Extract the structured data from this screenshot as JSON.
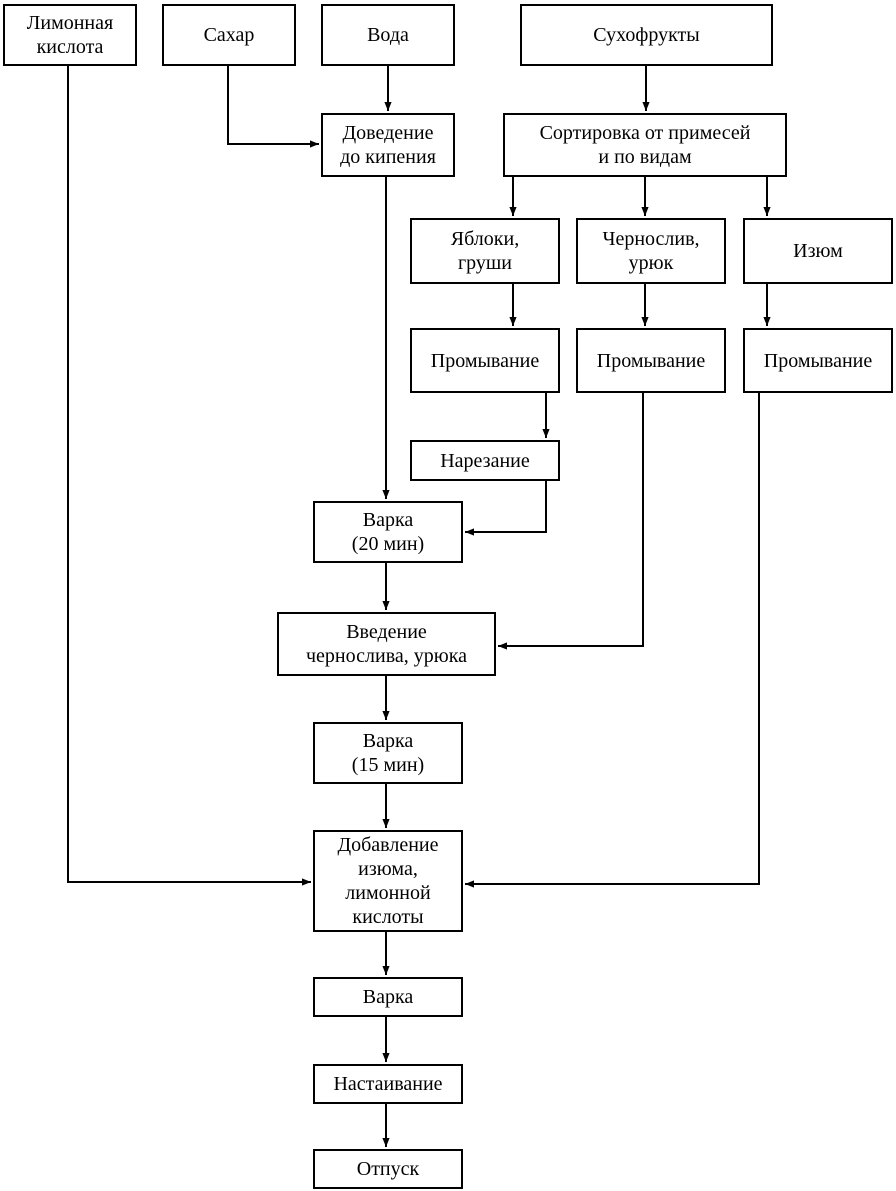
{
  "nodes": {
    "limonnaya_kislota": "Лимонная\nкислота",
    "sahar": "Сахар",
    "voda": "Вода",
    "suhofrukty": "Сухофрукты",
    "dovedenie": "Доведение\nдо кипения",
    "sortirovka": "Сортировка от примесей\nи по видам",
    "yabloki": "Яблоки,\nгруши",
    "chernosliv": "Чернослив,\nурюк",
    "izyum": "Изюм",
    "promyvanie_1": "Промывание",
    "promyvanie_2": "Промывание",
    "promyvanie_3": "Промывание",
    "narezanie": "Нарезание",
    "varka_20": "Варка\n(20 мин)",
    "vvedenie": "Введение\nчернослива, урюка",
    "varka_15": "Варка\n(15 мин)",
    "dobavlenie": "Добавление\nизюма,\nлимонной\nкислоты",
    "varka": "Варка",
    "nastaivanie": "Настаивание",
    "otpusk": "Отпуск"
  },
  "edges": [
    {
      "from": "sahar",
      "to": "dovedenie"
    },
    {
      "from": "voda",
      "to": "dovedenie"
    },
    {
      "from": "suhofrukty",
      "to": "sortirovka"
    },
    {
      "from": "sortirovka",
      "to": "yabloki"
    },
    {
      "from": "sortirovka",
      "to": "chernosliv"
    },
    {
      "from": "sortirovka",
      "to": "izyum"
    },
    {
      "from": "yabloki",
      "to": "promyvanie_1"
    },
    {
      "from": "chernosliv",
      "to": "promyvanie_2"
    },
    {
      "from": "izyum",
      "to": "promyvanie_3"
    },
    {
      "from": "promyvanie_1",
      "to": "narezanie"
    },
    {
      "from": "dovedenie",
      "to": "varka_20"
    },
    {
      "from": "narezanie",
      "to": "varka_20"
    },
    {
      "from": "varka_20",
      "to": "vvedenie"
    },
    {
      "from": "promyvanie_2",
      "to": "vvedenie"
    },
    {
      "from": "vvedenie",
      "to": "varka_15"
    },
    {
      "from": "varka_15",
      "to": "dobavlenie"
    },
    {
      "from": "limonnaya_kislota",
      "to": "dobavlenie"
    },
    {
      "from": "promyvanie_3",
      "to": "dobavlenie"
    },
    {
      "from": "dobavlenie",
      "to": "varka"
    },
    {
      "from": "varka",
      "to": "nastaivanie"
    },
    {
      "from": "nastaivanie",
      "to": "otpusk"
    }
  ]
}
